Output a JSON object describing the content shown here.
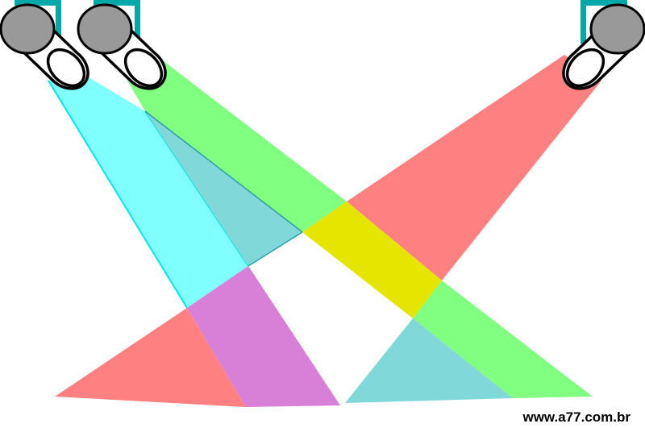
{
  "credit": "www.a77.com.br",
  "colors": {
    "background": "#ffffff",
    "cyan_light": "#80ffff",
    "cyan_edge": "#00e5ee",
    "green_light": "#80ff80",
    "red_light": "#ff8080",
    "cyan_green_overlap": "#80d8d8",
    "green_red_overlap": "#e5e500",
    "cyan_red_overlap": "#d880d8",
    "projector_body": "#ffffff",
    "projector_lens": "#999999",
    "projector_bracket": "#00a8a8",
    "outline": "#000000"
  },
  "projectors": [
    {
      "name": "projector-left",
      "light": "cyan"
    },
    {
      "name": "projector-middle",
      "light": "green"
    },
    {
      "name": "projector-right",
      "light": "red"
    }
  ]
}
